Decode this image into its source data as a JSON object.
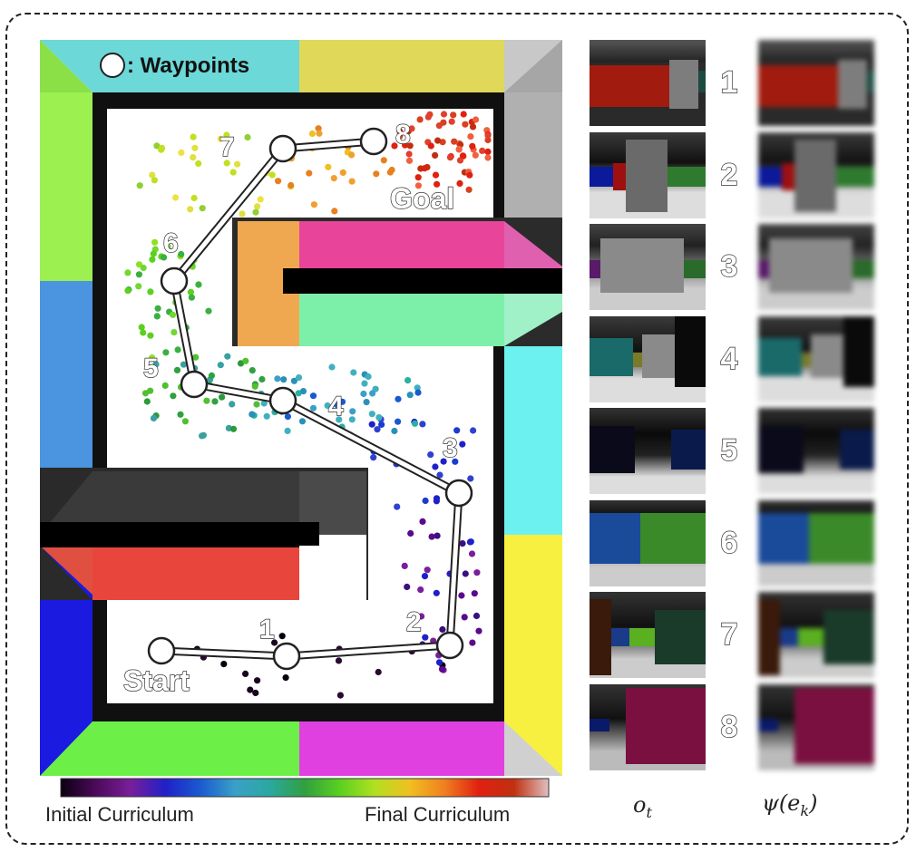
{
  "legend": {
    "waypoints_label": ": Waypoints"
  },
  "labels": {
    "start": "Start",
    "goal": "Goal"
  },
  "colorbar": {
    "left_label": "Initial Curriculum",
    "right_label": "Final Curriculum",
    "stops": [
      "#0a0010",
      "#4b0a5a",
      "#7a1e9a",
      "#2020c8",
      "#1a5ad0",
      "#3aa0c8",
      "#2aa8a0",
      "#30a040",
      "#5ad020",
      "#b0e020",
      "#f0c020",
      "#f08020",
      "#e02010",
      "#c03010",
      "#e0c0c0"
    ]
  },
  "waypoints": [
    "1",
    "2",
    "3",
    "4",
    "5",
    "6",
    "7",
    "8"
  ],
  "columns": {
    "obs": "o_t",
    "recon": "ψ(e_k)"
  },
  "rows": [
    "1",
    "2",
    "3",
    "4",
    "5",
    "6",
    "7",
    "8"
  ],
  "colors": {
    "maze_red": "#e8463c",
    "maze_orange": "#f0a850",
    "maze_pink": "#e8449a",
    "maze_mint": "#7cf0a8",
    "maze_cyan": "#6cd8d8",
    "maze_yellowtop": "#e0d858",
    "maze_green": "#8cf050",
    "maze_blue": "#4a94e0",
    "maze_gray": "#bdbdbd",
    "maze_cyanright": "#6cf0f0",
    "maze_yellow": "#f8f040",
    "maze_darkblue": "#1a1ae0",
    "maze_green_bottom": "#6cf048",
    "maze_magenta": "#e040e0"
  }
}
